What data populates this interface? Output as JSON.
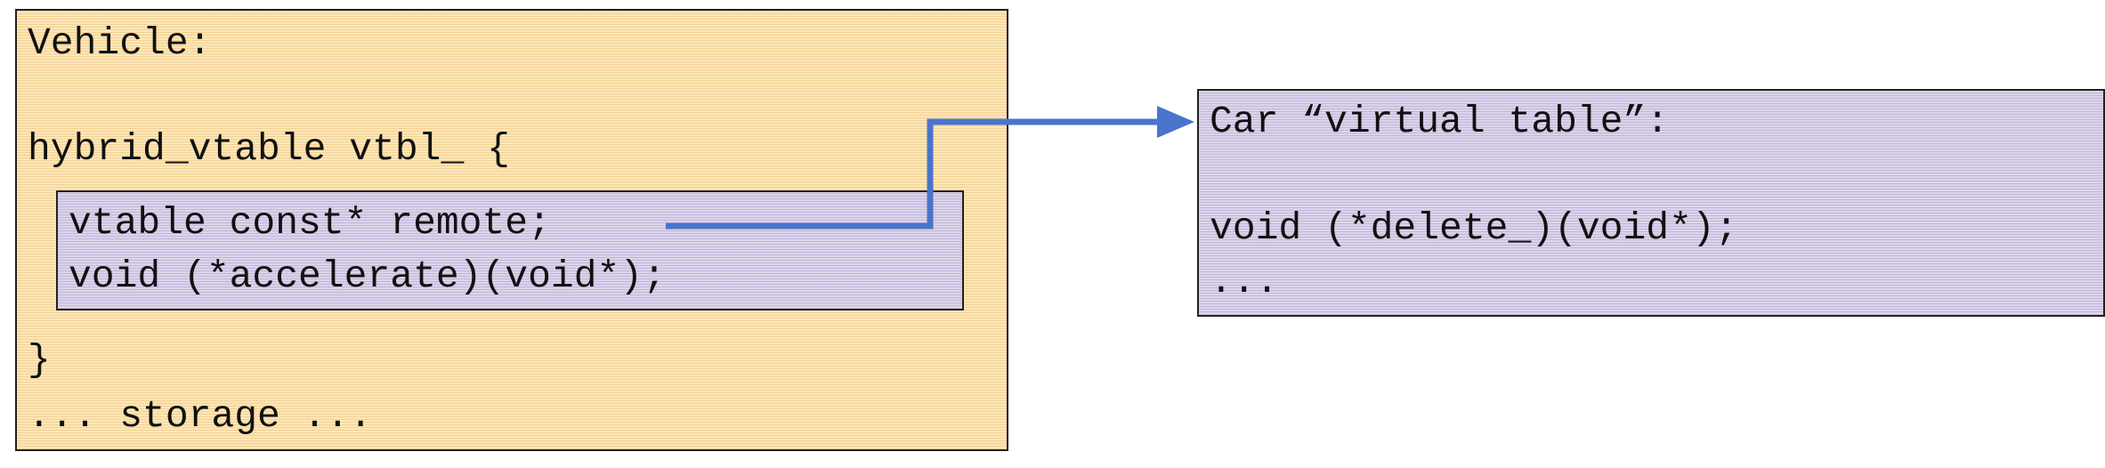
{
  "vehicle_box": {
    "title": "Vehicle:",
    "vtable_open": "hybrid_vtable vtbl_ {",
    "close_brace": "}",
    "storage": "... storage ..."
  },
  "inner_box": {
    "line1": "vtable const* remote;",
    "line2": "void (*accelerate)(void*);"
  },
  "car_box": {
    "title": "Car “virtual table”:",
    "line1": "void (*delete_)(void*);",
    "line2": "..."
  },
  "colors": {
    "vehicle_fill": "#fbe7b8",
    "table_fill": "#ddd5ea",
    "arrow": "#4a74cb"
  }
}
